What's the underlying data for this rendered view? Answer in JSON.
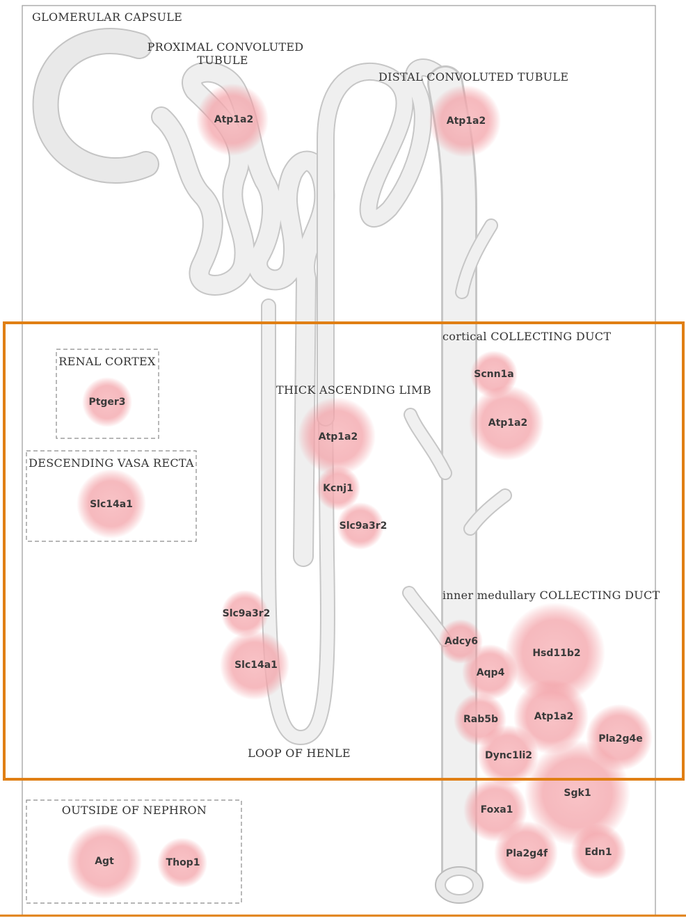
{
  "regions": {
    "glomerular_capsule": "GLOMERULAR CAPSULE",
    "proximal_convoluted_line1": "PROXIMAL CONVOLUTED",
    "proximal_convoluted_line2": "TUBULE",
    "distal_convoluted": "DISTAL CONVOLUTED TUBULE",
    "cortical_collecting_duct": "cortical COLLECTING DUCT",
    "renal_cortex": "RENAL CORTEX",
    "thick_ascending_limb": "THICK ASCENDING LIMB",
    "descending_vasa_recta": "DESCENDING VASA RECTA",
    "inner_medullary_collecting_duct": "inner medullary COLLECTING DUCT",
    "loop_of_henle": "LOOP OF HENLE",
    "outside_of_nephron": "OUTSIDE OF NEPHRON"
  },
  "genes": {
    "pct_atp1a2": "Atp1a2",
    "dct_atp1a2": "Atp1a2",
    "ccd_scnn1a": "Scnn1a",
    "ccd_atp1a2": "Atp1a2",
    "rc_ptger3": "Ptger3",
    "tal_atp1a2": "Atp1a2",
    "tal_kcnj1": "Kcnj1",
    "tal_slc9a3r2": "Slc9a3r2",
    "dvr_slc14a1": "Slc14a1",
    "loh_slc9a3r2": "Slc9a3r2",
    "loh_slc14a1": "Slc14a1",
    "imcd_adcy6": "Adcy6",
    "imcd_hsd11b2": "Hsd11b2",
    "imcd_aqp4": "Aqp4",
    "imcd_rab5b": "Rab5b",
    "imcd_atp1a2": "Atp1a2",
    "imcd_pla2g4e": "Pla2g4e",
    "imcd_dync1li2": "Dync1li2",
    "imcd_sgk1": "Sgk1",
    "imcd_foxa1": "Foxa1",
    "imcd_pla2g4f": "Pla2g4f",
    "imcd_edn1": "Edn1",
    "out_agt": "Agt",
    "out_thop1": "Thop1"
  },
  "colors": {
    "highlight_box": "#e07f14",
    "bubble": "#f08c92",
    "tubule_fill": "#efefef",
    "tubule_stroke": "#c8c8c8",
    "frame": "#9a9a9a"
  }
}
